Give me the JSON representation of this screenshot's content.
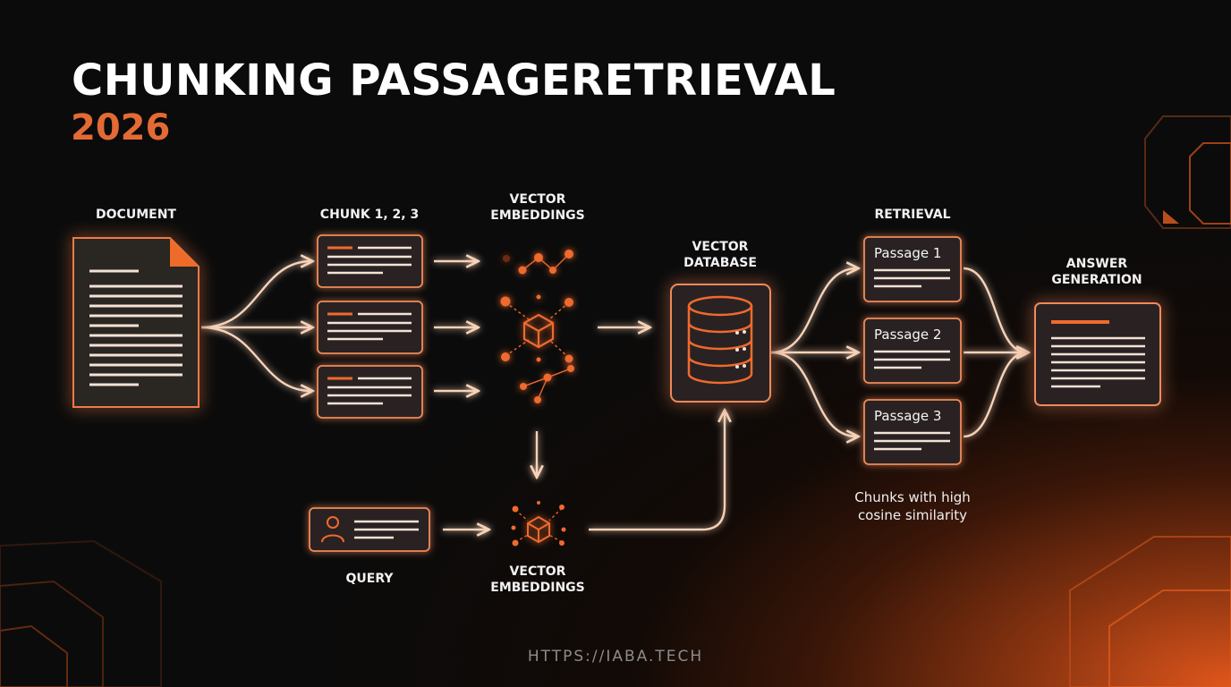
{
  "title": "CHUNKING PASSAGERETRIEVAL",
  "subtitle": "2026",
  "labels": {
    "document": "DOCUMENT",
    "chunks": "CHUNK 1, 2, 3",
    "embeddings_top_1": "VECTOR",
    "embeddings_top_2": "EMBEDDINGS",
    "database_1": "VECTOR",
    "database_2": "DATABASE",
    "retrieval": "RETRIEVAL",
    "answer_1": "ANSWER",
    "answer_2": "GENERATION",
    "query": "QUERY",
    "embeddings_bottom_1": "VECTOR",
    "embeddings_bottom_2": "EMBEDDINGS"
  },
  "passages": [
    "Passage 1",
    "Passage 2",
    "Passage 3"
  ],
  "note_line1": "Chunks with high",
  "note_line2": "cosine similarity",
  "footer": "HTTPS://IABA.TECH",
  "colors": {
    "accent": "#e46a35",
    "line": "#f7d2b8",
    "card_fill": "#2a2220",
    "card_stroke": "#ef8a5a"
  },
  "icons": [
    "document-icon",
    "database-icon",
    "cube-icon",
    "user-icon",
    "network-nodes-icon"
  ]
}
